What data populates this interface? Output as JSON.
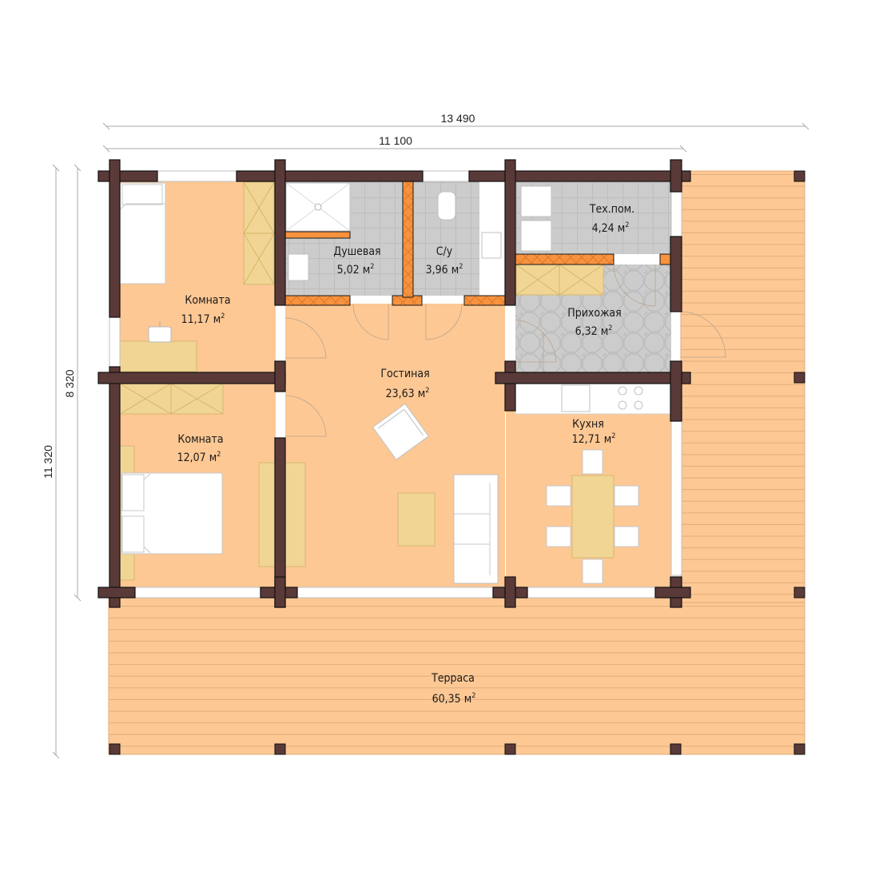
{
  "dimensions": {
    "overall_width": "13 490",
    "house_width": "11 100",
    "house_depth": "8 320",
    "overall_depth": "11 320"
  },
  "rooms": [
    {
      "id": "room1",
      "name": "Комната",
      "area": "11,17",
      "unit": "м"
    },
    {
      "id": "shower",
      "name": "Душевая",
      "area": "5,02",
      "unit": "м"
    },
    {
      "id": "wc",
      "name": "С/у",
      "area": "3,96",
      "unit": "м"
    },
    {
      "id": "tech",
      "name": "Тех.пом.",
      "area": "4,24",
      "unit": "м"
    },
    {
      "id": "hall",
      "name": "Прихожая",
      "area": "6,32",
      "unit": "м"
    },
    {
      "id": "living",
      "name": "Гостиная",
      "area": "23,63",
      "unit": "м"
    },
    {
      "id": "room2",
      "name": "Комната",
      "area": "12,07",
      "unit": "м"
    },
    {
      "id": "kitchen",
      "name": "Кухня",
      "area": "12,71",
      "unit": "м"
    },
    {
      "id": "terrace",
      "name": "Терраса",
      "area": "60,35",
      "unit": "м"
    }
  ],
  "area_superscript": "2",
  "colors": {
    "wall": "#5a3a38",
    "floor_warm": "#fdc894",
    "floor_tile": "#cfcfcf",
    "furniture": "#f0d594",
    "partition": "#f7923e",
    "terrace": "#fdc894"
  }
}
